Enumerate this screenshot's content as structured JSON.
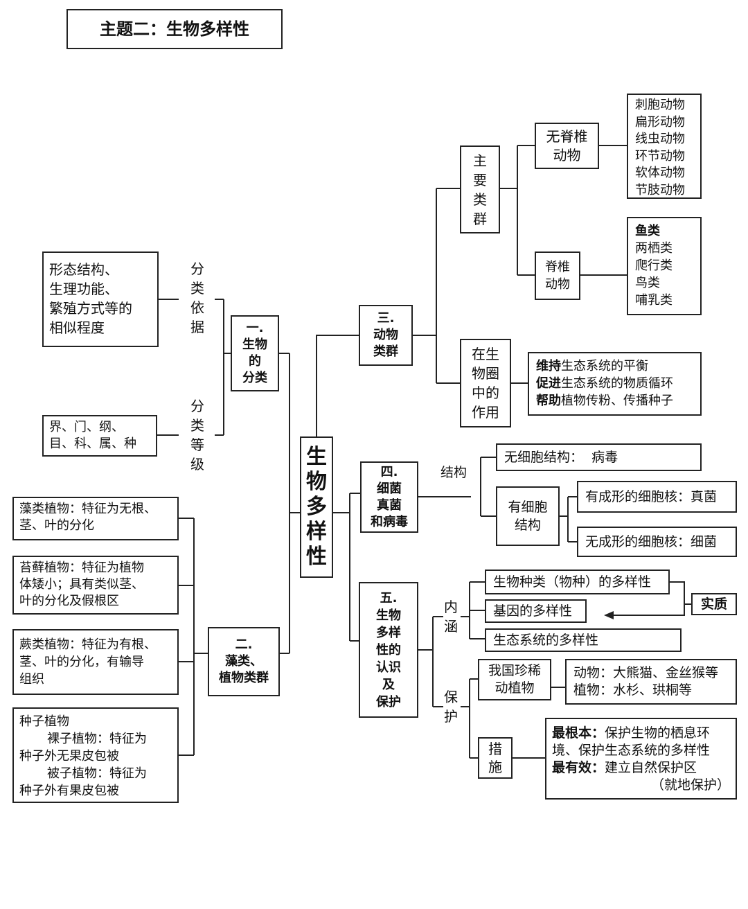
{
  "title": "主题二：生物多样性",
  "root": [
    "生",
    "物",
    "多",
    "样",
    "性"
  ],
  "b1": {
    "label": [
      "一.",
      "生物",
      "的",
      "分类"
    ],
    "basis_label": [
      "分",
      "类",
      "依",
      "据"
    ],
    "basis_text": [
      "形态结构、",
      "生理功能、",
      "繁殖方式等的",
      "相似程度"
    ],
    "rank_label": [
      "分",
      "类",
      "等",
      "级"
    ],
    "rank_text": [
      "界、门、纲、",
      "目、科、属、种"
    ]
  },
  "b2": {
    "label": [
      "二.",
      "藻类、",
      "植物类群"
    ],
    "algae": [
      "藻类植物：特征为无根、",
      "茎、叶的分化"
    ],
    "moss": [
      "苔藓植物：特征为植物",
      "体矮小；具有类似茎、",
      "叶的分化及假根区"
    ],
    "fern": [
      "蕨类植物：特征为有根、",
      "茎、叶的分化，有输导",
      "组织"
    ],
    "seed": {
      "title": "种子植物",
      "gymno": [
        "裸子植物：特征为",
        "种子外无果皮包被"
      ],
      "angio": [
        "被子植物：特征为",
        "种子外有果皮包被"
      ]
    }
  },
  "b3": {
    "label": [
      "三.",
      "动物",
      "类群"
    ],
    "main_groups": [
      "主",
      "要",
      "类",
      "群"
    ],
    "invert": [
      "无脊椎",
      "动物"
    ],
    "invert_list": [
      "刺胞动物",
      "扁形动物",
      "线虫动物",
      "环节动物",
      "软体动物",
      "节肢动物"
    ],
    "vert": [
      "脊椎",
      "动物"
    ],
    "vert_list": [
      "鱼类",
      "两栖类",
      "爬行类",
      "鸟类",
      "哺乳类"
    ],
    "role": [
      "在生",
      "物圈",
      "中的",
      "作用"
    ],
    "role_lines": [
      {
        "bold": "维持",
        "rest": "生态系统的平衡"
      },
      {
        "bold": "促进",
        "rest": "生态系统的物质循环"
      },
      {
        "bold": "帮助",
        "rest": "植物传粉、传播种子"
      }
    ]
  },
  "b4": {
    "label": [
      "四.",
      "细菌",
      "真菌",
      "和病毒"
    ],
    "structure": "结构",
    "no_cell": "无细胞结构：  病毒",
    "cell": [
      "有细胞",
      "结构"
    ],
    "nucleus": "有成形的细胞核：真菌",
    "no_nucleus": "无成形的细胞核：细菌"
  },
  "b5": {
    "label": [
      "五.",
      "生物",
      "多样",
      "性的",
      "认识",
      "及",
      "保护"
    ],
    "connotation": [
      "内",
      "涵"
    ],
    "species": "生物种类（物种）的多样性",
    "gene": "基因的多样性",
    "eco": "生态系统的多样性",
    "essence": "实质",
    "protect": [
      "保",
      "护"
    ],
    "rare": [
      "我国珍稀",
      "动植物"
    ],
    "rare_list": [
      "动物：大熊猫、金丝猴等",
      "植物：水杉、珙桐等"
    ],
    "measures": [
      "措",
      "施"
    ],
    "measure_text": {
      "b1": "最根本：",
      "t1a": "保护生物的栖息环",
      "t1b": "境、保护生态系统的多样性",
      "b2": "最有效：",
      "t2": "建立自然保护区",
      "t3": "（就地保护）"
    }
  }
}
